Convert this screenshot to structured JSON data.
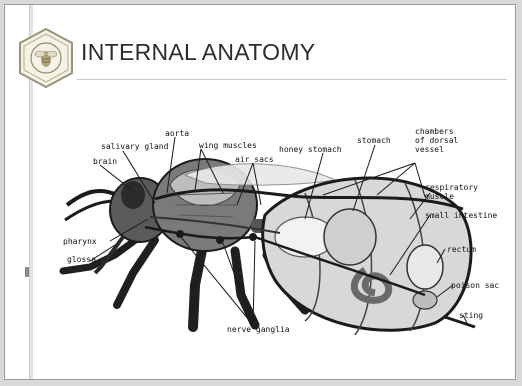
{
  "slide": {
    "title": "INTERNAL ANATOMY"
  },
  "seal": {
    "icon": "bee-seal-icon"
  },
  "diagram": {
    "labels": {
      "aorta": "aorta",
      "salivary_gland": "salivary gland",
      "brain": "brain",
      "wing_muscles": "wing muscles",
      "air_sacs": "air sacs",
      "honey_stomach": "honey stomach",
      "stomach": "stomach",
      "chambers": "chambers\nof dorsal\nvessel",
      "respiratory_muscle": "respiratory\nmuscle",
      "small_intestine": "small intestine",
      "pharynx": "pharynx",
      "glossa": "glossa",
      "rectum": "rectum",
      "poison_sac": "poison sac",
      "sting": "sting",
      "nerve_ganglia": "nerve ganglia"
    }
  }
}
